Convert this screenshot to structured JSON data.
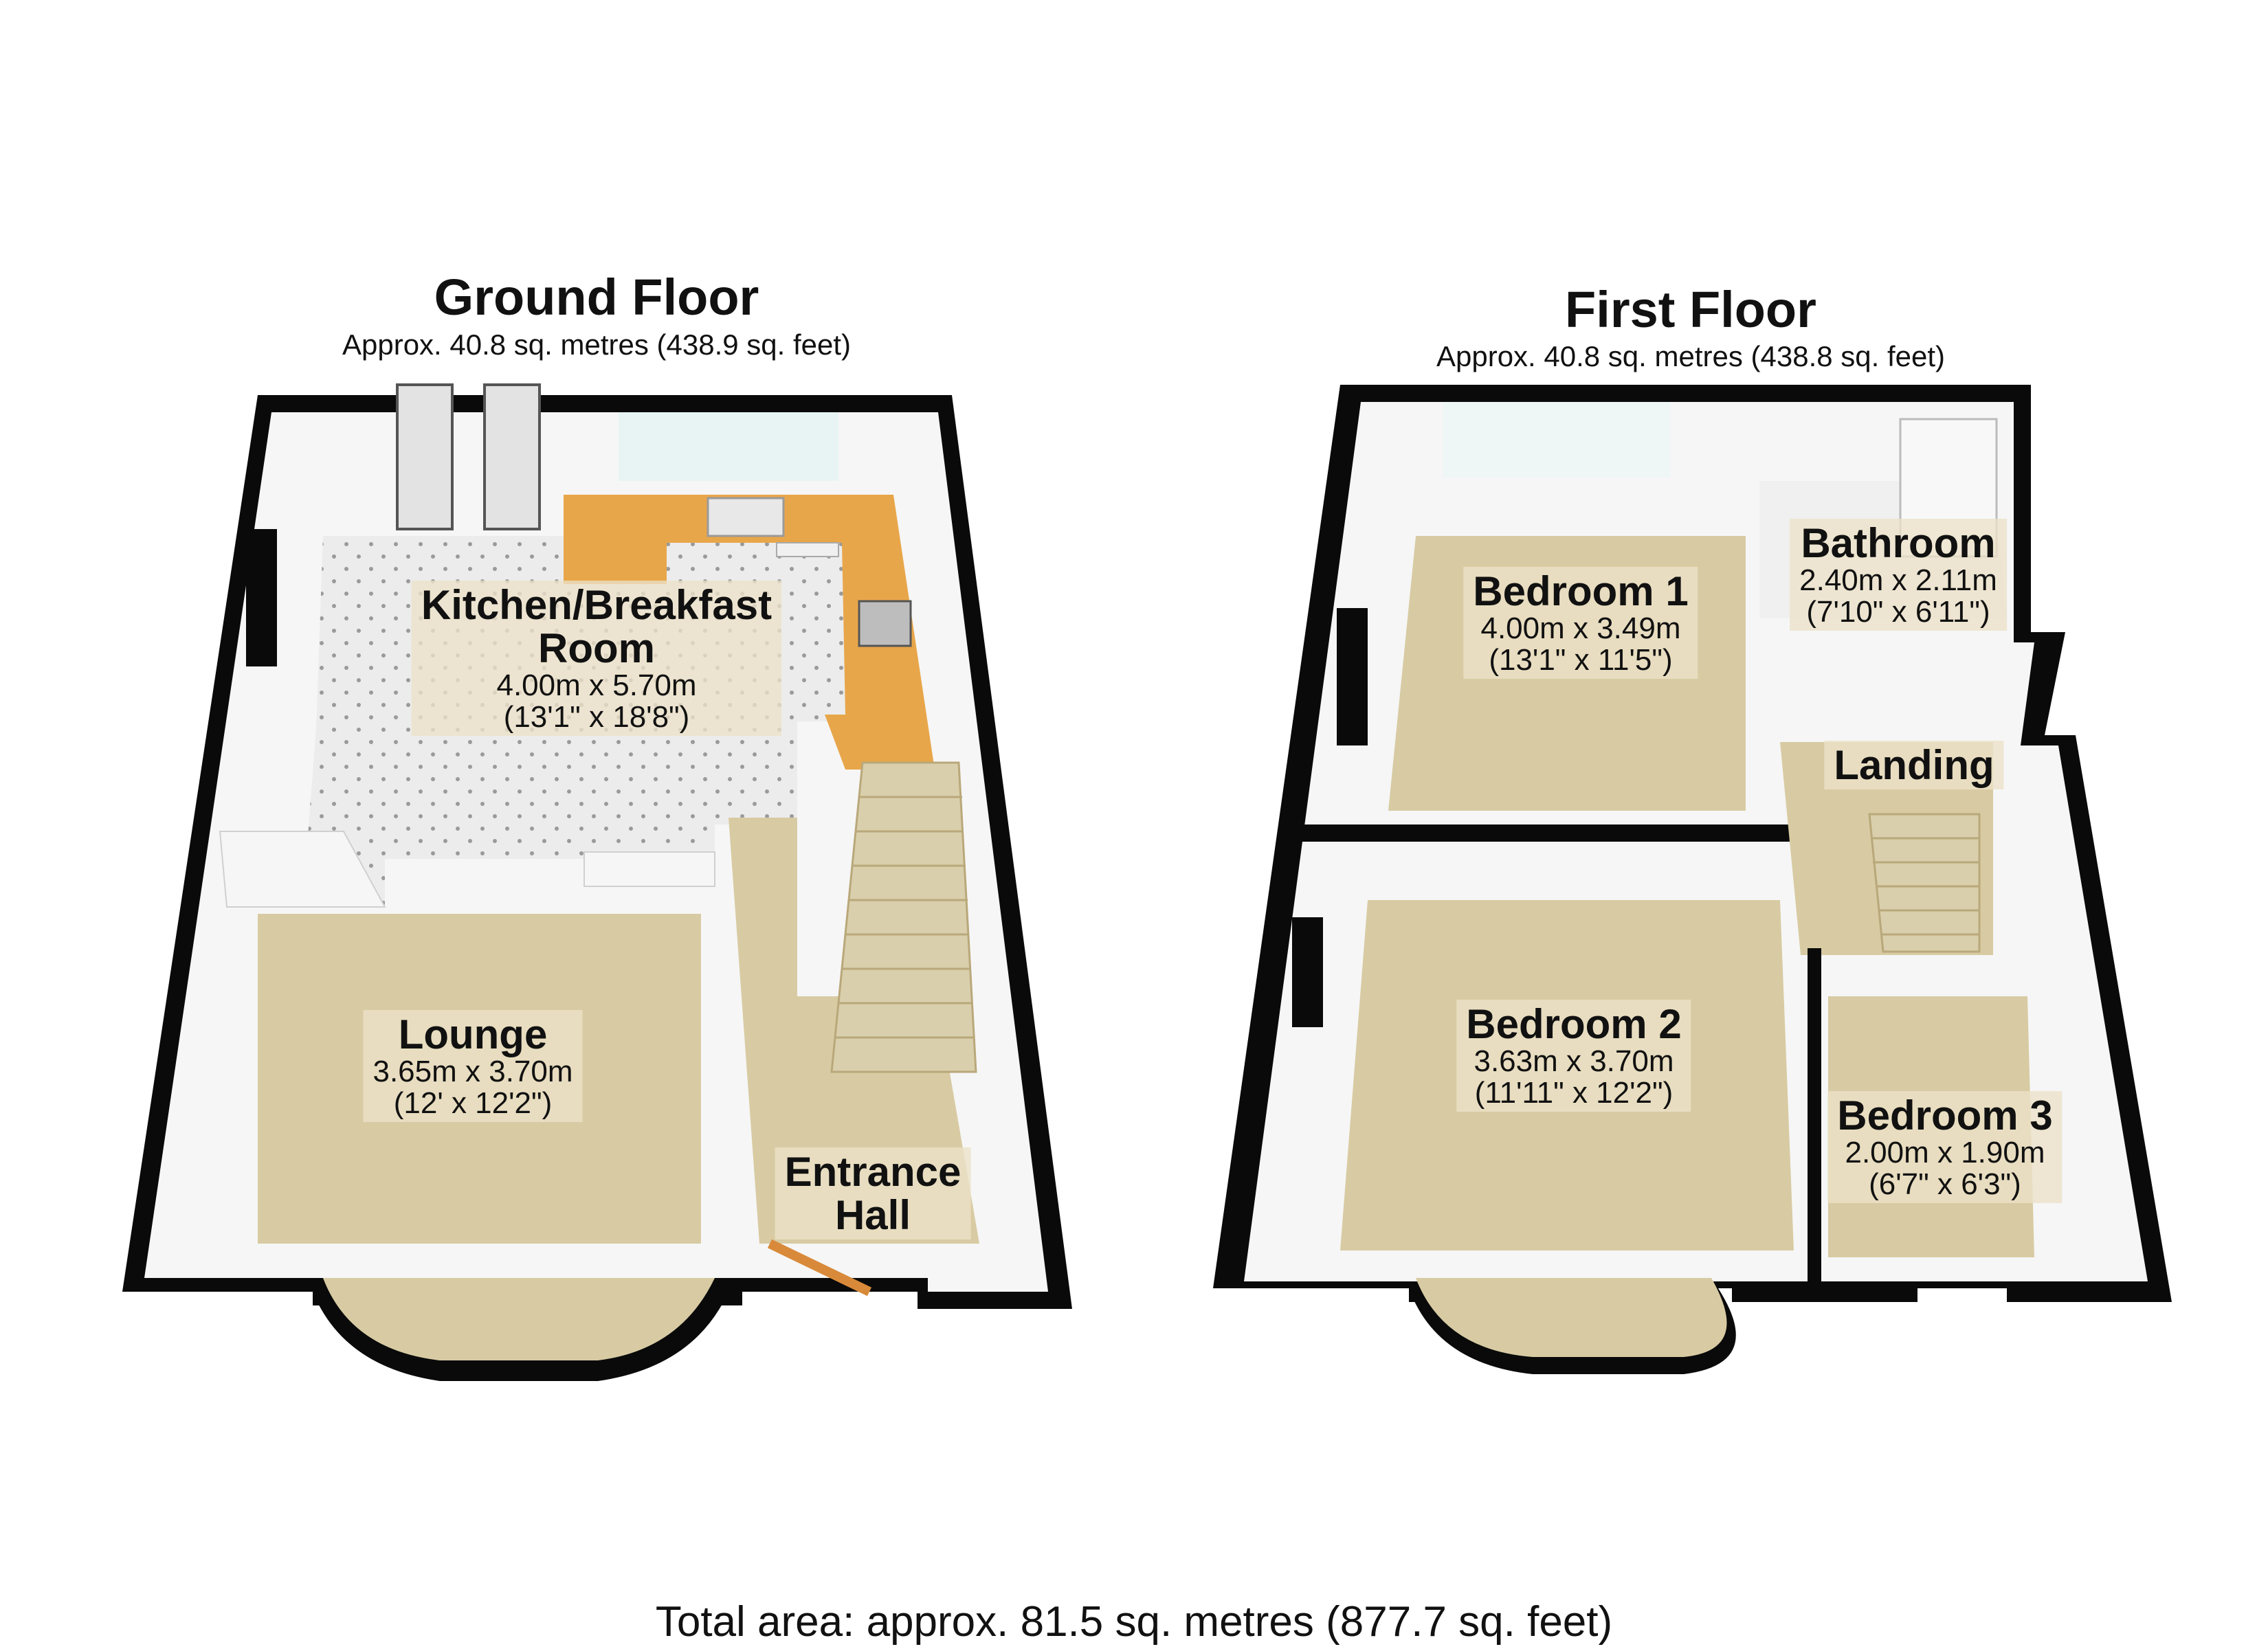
{
  "ground_floor": {
    "title": "Ground Floor",
    "area": "Approx. 40.8 sq. metres (438.9 sq. feet)",
    "rooms": [
      {
        "name": "Kitchen/Breakfast",
        "name2": "Room",
        "metric": "4.00m x 5.70m",
        "imperial": "(13'1\" x 18'8\")"
      },
      {
        "name": "Lounge",
        "metric": "3.65m x 3.70m",
        "imperial": "(12' x 12'2\")"
      },
      {
        "name": "Entrance",
        "name2": "Hall"
      }
    ]
  },
  "first_floor": {
    "title": "First Floor",
    "area": "Approx. 40.8 sq. metres (438.8 sq. feet)",
    "rooms": [
      {
        "name": "Bedroom 1",
        "metric": "4.00m x 3.49m",
        "imperial": "(13'1\" x 11'5\")"
      },
      {
        "name": "Bathroom",
        "metric": "2.40m x 2.11m",
        "imperial": "(7'10\" x 6'11\")"
      },
      {
        "name": "Landing"
      },
      {
        "name": "Bedroom 2",
        "metric": "3.63m x 3.70m",
        "imperial": "(11'11\" x 12'2\")"
      },
      {
        "name": "Bedroom 3",
        "metric": "2.00m x 1.90m",
        "imperial": "(6'7\" x 6'3\")"
      }
    ]
  },
  "total_area": "Total area: approx. 81.5 sq. metres (877.7 sq. feet)",
  "colors": {
    "wall": "#0a0a0a",
    "wall_inner": "#f4f4f4",
    "carpet": "#d8cba3",
    "tile": "#e8e8e8",
    "worktop": "#e8a64a",
    "stairs": "#d9cfac"
  }
}
